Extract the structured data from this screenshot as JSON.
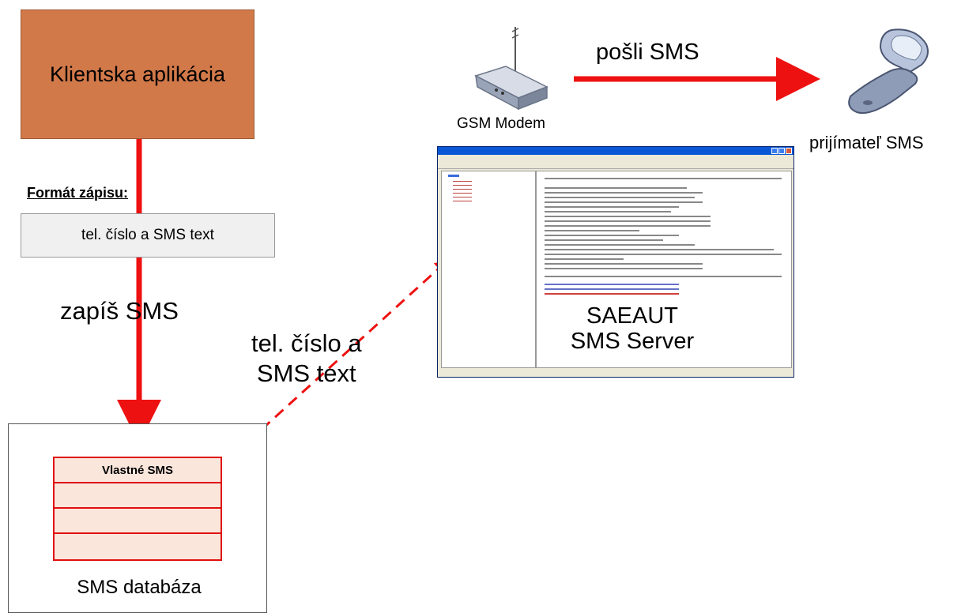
{
  "client_app": {
    "label": "Klientska aplikácia"
  },
  "format": {
    "title": "Formát zápisu:",
    "value": "tel. číslo a SMS text"
  },
  "write_label": "zapíš SMS",
  "database": {
    "table_header": "Vlastné SMS",
    "label": "SMS databáza"
  },
  "link_label": {
    "line1": "tel. číslo a",
    "line2": "SMS text"
  },
  "modem": {
    "label": "GSM Modem"
  },
  "send": {
    "label": "pošli SMS"
  },
  "receiver": {
    "label": "prijímateľ SMS"
  },
  "server": {
    "line1": "SAEAUT",
    "line2": "SMS Server"
  },
  "colors": {
    "client_fill": "#d2794a",
    "arrow_red": "#ee1111",
    "db_fill": "#fbe6dc"
  }
}
